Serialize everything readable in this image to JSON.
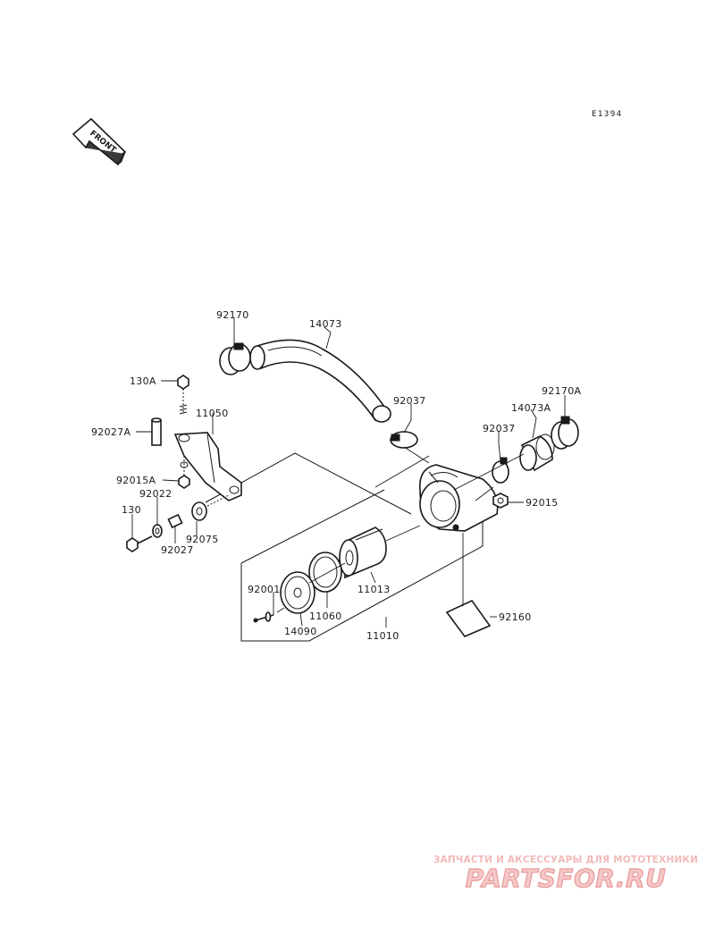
{
  "diagram": {
    "code": "E1394",
    "front_label": "FRONT",
    "callouts": {
      "p92170": "92170",
      "p14073": "14073",
      "p130A": "130A",
      "p11050": "11050",
      "p92027A": "92027A",
      "p92037_upper": "92037",
      "p92037_lower": "92037",
      "p14073A": "14073A",
      "p92170A": "92170A",
      "p92015A": "92015A",
      "p92022": "92022",
      "p130": "130",
      "p92075": "92075",
      "p92027": "92027",
      "p92015": "92015",
      "p11013": "11013",
      "p92001": "92001",
      "p11060": "11060",
      "p14090": "14090",
      "p11010": "11010",
      "p92160": "92160"
    }
  },
  "watermark": {
    "tagline": "ЗАПЧАСТИ И АКСЕССУАРЫ ДЛЯ МОТОТЕХНИКИ",
    "logo": "PARTSFOR.RU",
    "color": "#f2b9b9"
  }
}
